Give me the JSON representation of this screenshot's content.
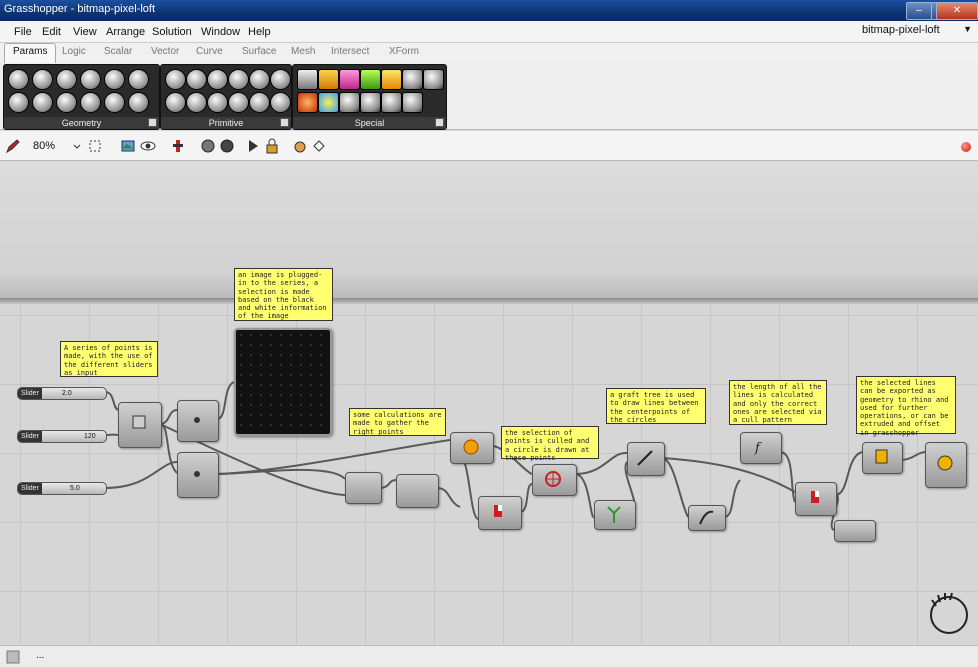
{
  "window": {
    "title": "Grasshopper - bitmap-pixel-loft",
    "minimize": "–",
    "maximize": "▢",
    "close": "✕"
  },
  "menu": {
    "items": [
      "File",
      "Edit",
      "View",
      "Arrange",
      "Solution",
      "Window",
      "Help"
    ],
    "document": "bitmap-pixel-loft"
  },
  "tabs": [
    "Params",
    "Logic",
    "Scalar",
    "Vector",
    "Curve",
    "Surface",
    "Mesh",
    "Intersect",
    "XForm"
  ],
  "ribbon": {
    "groups": [
      {
        "label": "Geometry"
      },
      {
        "label": "Primitive"
      },
      {
        "label": "Special"
      }
    ]
  },
  "toolbar": {
    "zoom": "80%"
  },
  "canvas": {
    "notes": [
      "an image is plugged-in to the series, a selection is made based on the black and white information of the image",
      "A series of points is made, with the use of the different sliders as input",
      "some calculations are made to gather the right points",
      "the selection of points is culled and a circle is drawn at these points",
      "a graft tree is used to draw lines between the centerpoints of the circles",
      "the length of all the lines is calculated and only the correct ones are selected via a cull pattern",
      "the selected lines can be exported as geometry to rhino and used for further operations, or can be extruded and offset in grasshopper"
    ],
    "sliders": [
      {
        "tag": "Slider",
        "value": "2.0"
      },
      {
        "tag": "Slider",
        "value": "120"
      },
      {
        "tag": "Slider",
        "value": "5.0"
      }
    ]
  },
  "status": {
    "text": "..."
  },
  "colors": {
    "titlebar": "#0d3474",
    "note": "#ffff70",
    "canvas": "#d6d6d6"
  }
}
